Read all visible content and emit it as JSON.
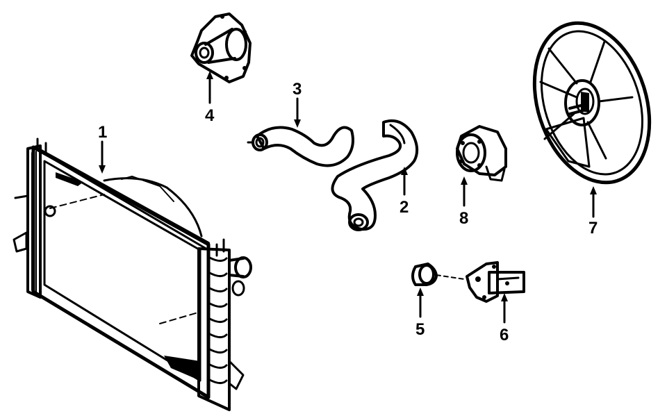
{
  "diagram": {
    "parts": [
      {
        "id": "radiator",
        "callout": "1"
      },
      {
        "id": "lower-hose",
        "callout": "2"
      },
      {
        "id": "upper-hose",
        "callout": "3"
      },
      {
        "id": "water-outlet",
        "callout": "4"
      },
      {
        "id": "thermostat",
        "callout": "5"
      },
      {
        "id": "fan-switch-housing",
        "callout": "6"
      },
      {
        "id": "fan-shroud",
        "callout": "7"
      },
      {
        "id": "fan-motor",
        "callout": "8"
      }
    ]
  }
}
